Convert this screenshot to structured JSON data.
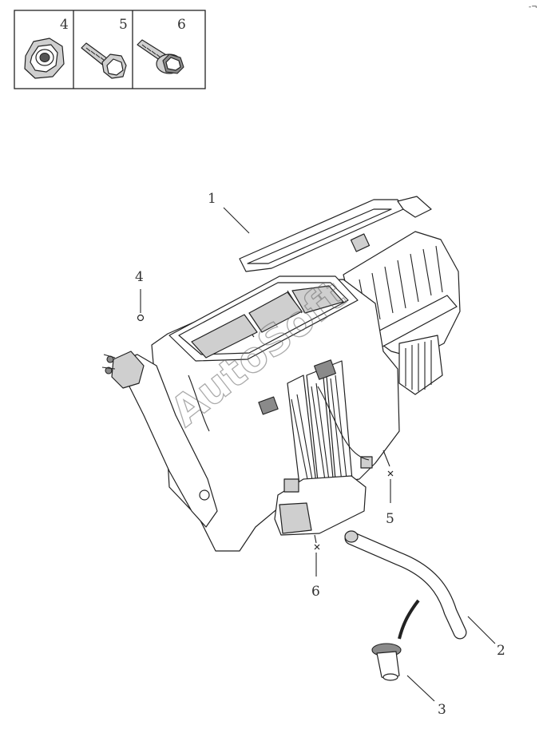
{
  "legend": {
    "cells": [
      {
        "number": "4",
        "icon": "hex-nut-icon"
      },
      {
        "number": "5",
        "icon": "hex-bolt-icon"
      },
      {
        "number": "6",
        "icon": "flange-bolt-icon"
      }
    ]
  },
  "callouts": {
    "c1": "1",
    "c2": "2",
    "c3": "3",
    "c4": "4",
    "c5": "5",
    "c6": "6"
  },
  "watermark": "AutoSoft",
  "corner_mark": "-¬"
}
